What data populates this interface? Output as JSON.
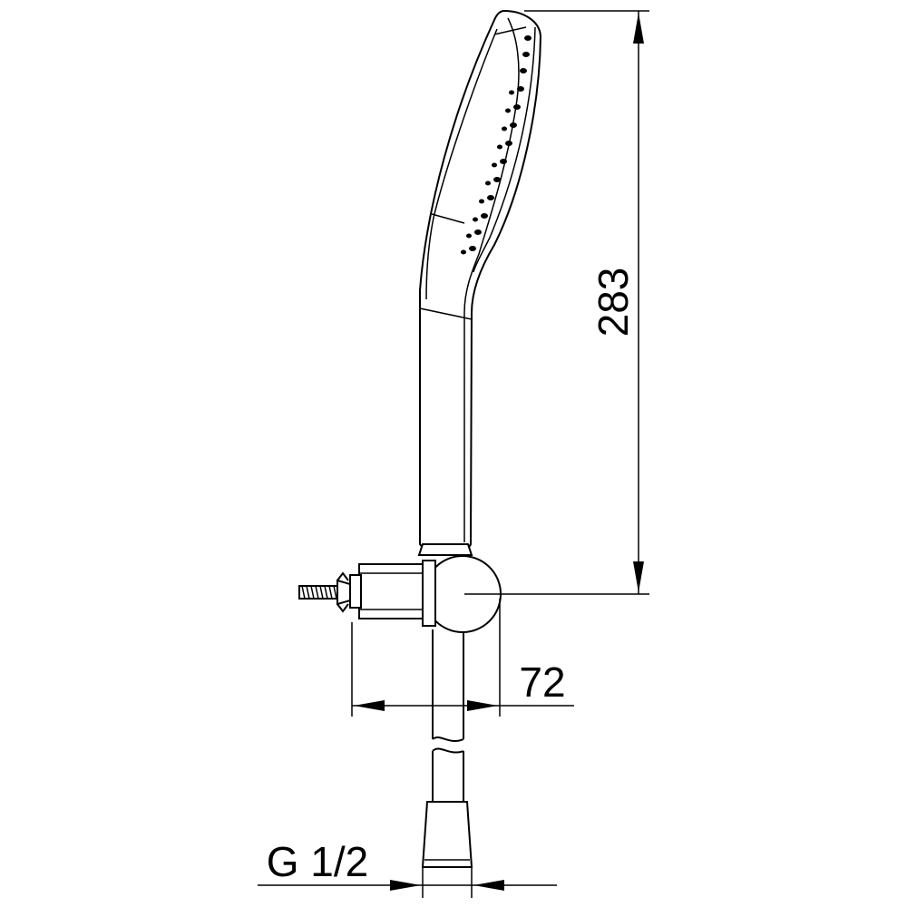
{
  "diagram": {
    "dimensions": {
      "height_label": "283",
      "depth_label": "72",
      "thread_label": "G 1/2"
    }
  }
}
